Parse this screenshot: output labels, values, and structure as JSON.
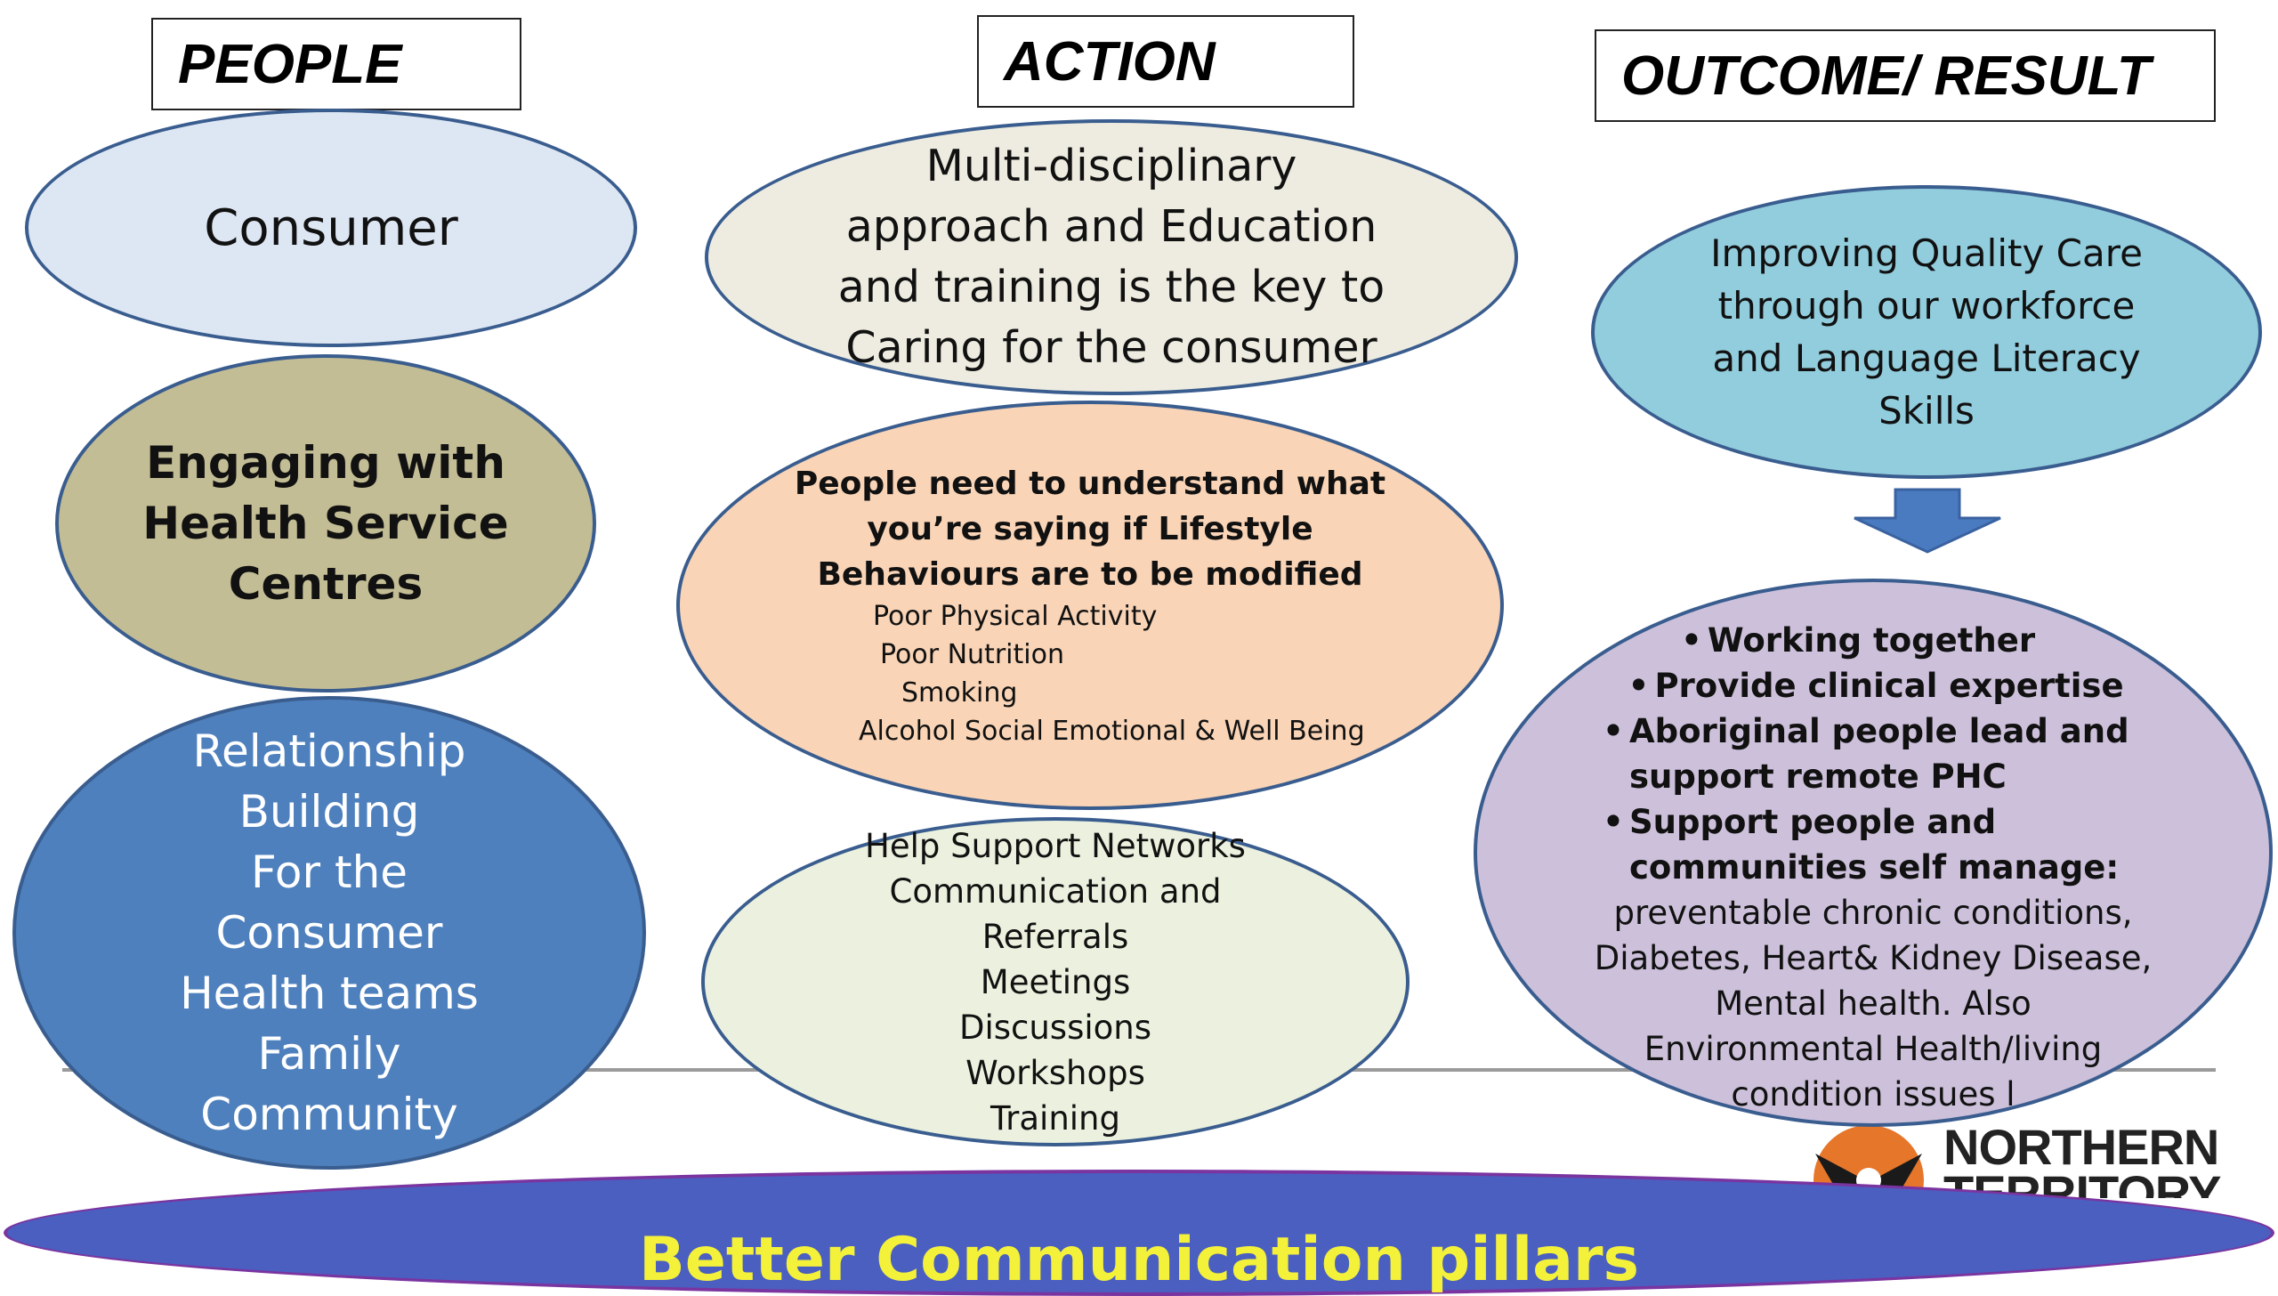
{
  "headers": {
    "people": "PEOPLE",
    "action": "ACTION",
    "outcome": "OUTCOME/ RESULT"
  },
  "people": {
    "consumer": "Consumer",
    "engaging": [
      "Engaging with",
      "Health Service",
      "Centres"
    ],
    "relationship": [
      "Relationship",
      "Building",
      "For the",
      "Consumer",
      "Health teams",
      "Family",
      "Community"
    ]
  },
  "action": {
    "multi": [
      "Multi-disciplinary",
      "approach and Education",
      "and training is the key to",
      "Caring for the consumer"
    ],
    "lifestyle_bold": [
      "People need to understand what",
      "you’re saying if Lifestyle",
      "Behaviours  are  to be modified"
    ],
    "lifestyle_items": [
      "Poor Physical Activity",
      "Poor Nutrition",
      "Smoking",
      "Alcohol Social Emotional & Well Being"
    ],
    "support": [
      "Help Support Networks",
      "Communication and",
      "Referrals",
      "Meetings",
      "Discussions",
      "Workshops",
      "Training"
    ]
  },
  "outcome": {
    "quality": [
      "Improving Quality Care",
      "through our workforce",
      "and Language Literacy",
      "Skills"
    ],
    "bullet_char": "•",
    "bullets": [
      [
        "Working together"
      ],
      [
        "Provide clinical expertise"
      ],
      [
        "Aboriginal people lead and",
        "support remote PHC"
      ],
      [
        "Support people and",
        "communities self manage:"
      ]
    ],
    "details": [
      "preventable chronic conditions,",
      "Diabetes, Heart& Kidney Disease,",
      "Mental health. Also",
      "Environmental Health/living",
      "condition issues l"
    ]
  },
  "logo": {
    "line1": "NORTHERN",
    "line2": "TERRITORY"
  },
  "footer": "Better Communication pillars",
  "colors": {
    "consumer_fill": "#dde7f3",
    "engaging_fill": "#c3bd95",
    "relationship_fill": "#4e80bd",
    "multi_fill": "#eeece0",
    "lifestyle_fill": "#f9d4b6",
    "support_fill": "#ebf1de",
    "quality_fill": "#92cddd",
    "bullets_fill": "#ccc0da",
    "arrow_fill": "#4a7bc0",
    "pillar_fill": "#4a5fc0",
    "pillar_text": "#f4f13a",
    "logo_orange": "#e6762a"
  }
}
